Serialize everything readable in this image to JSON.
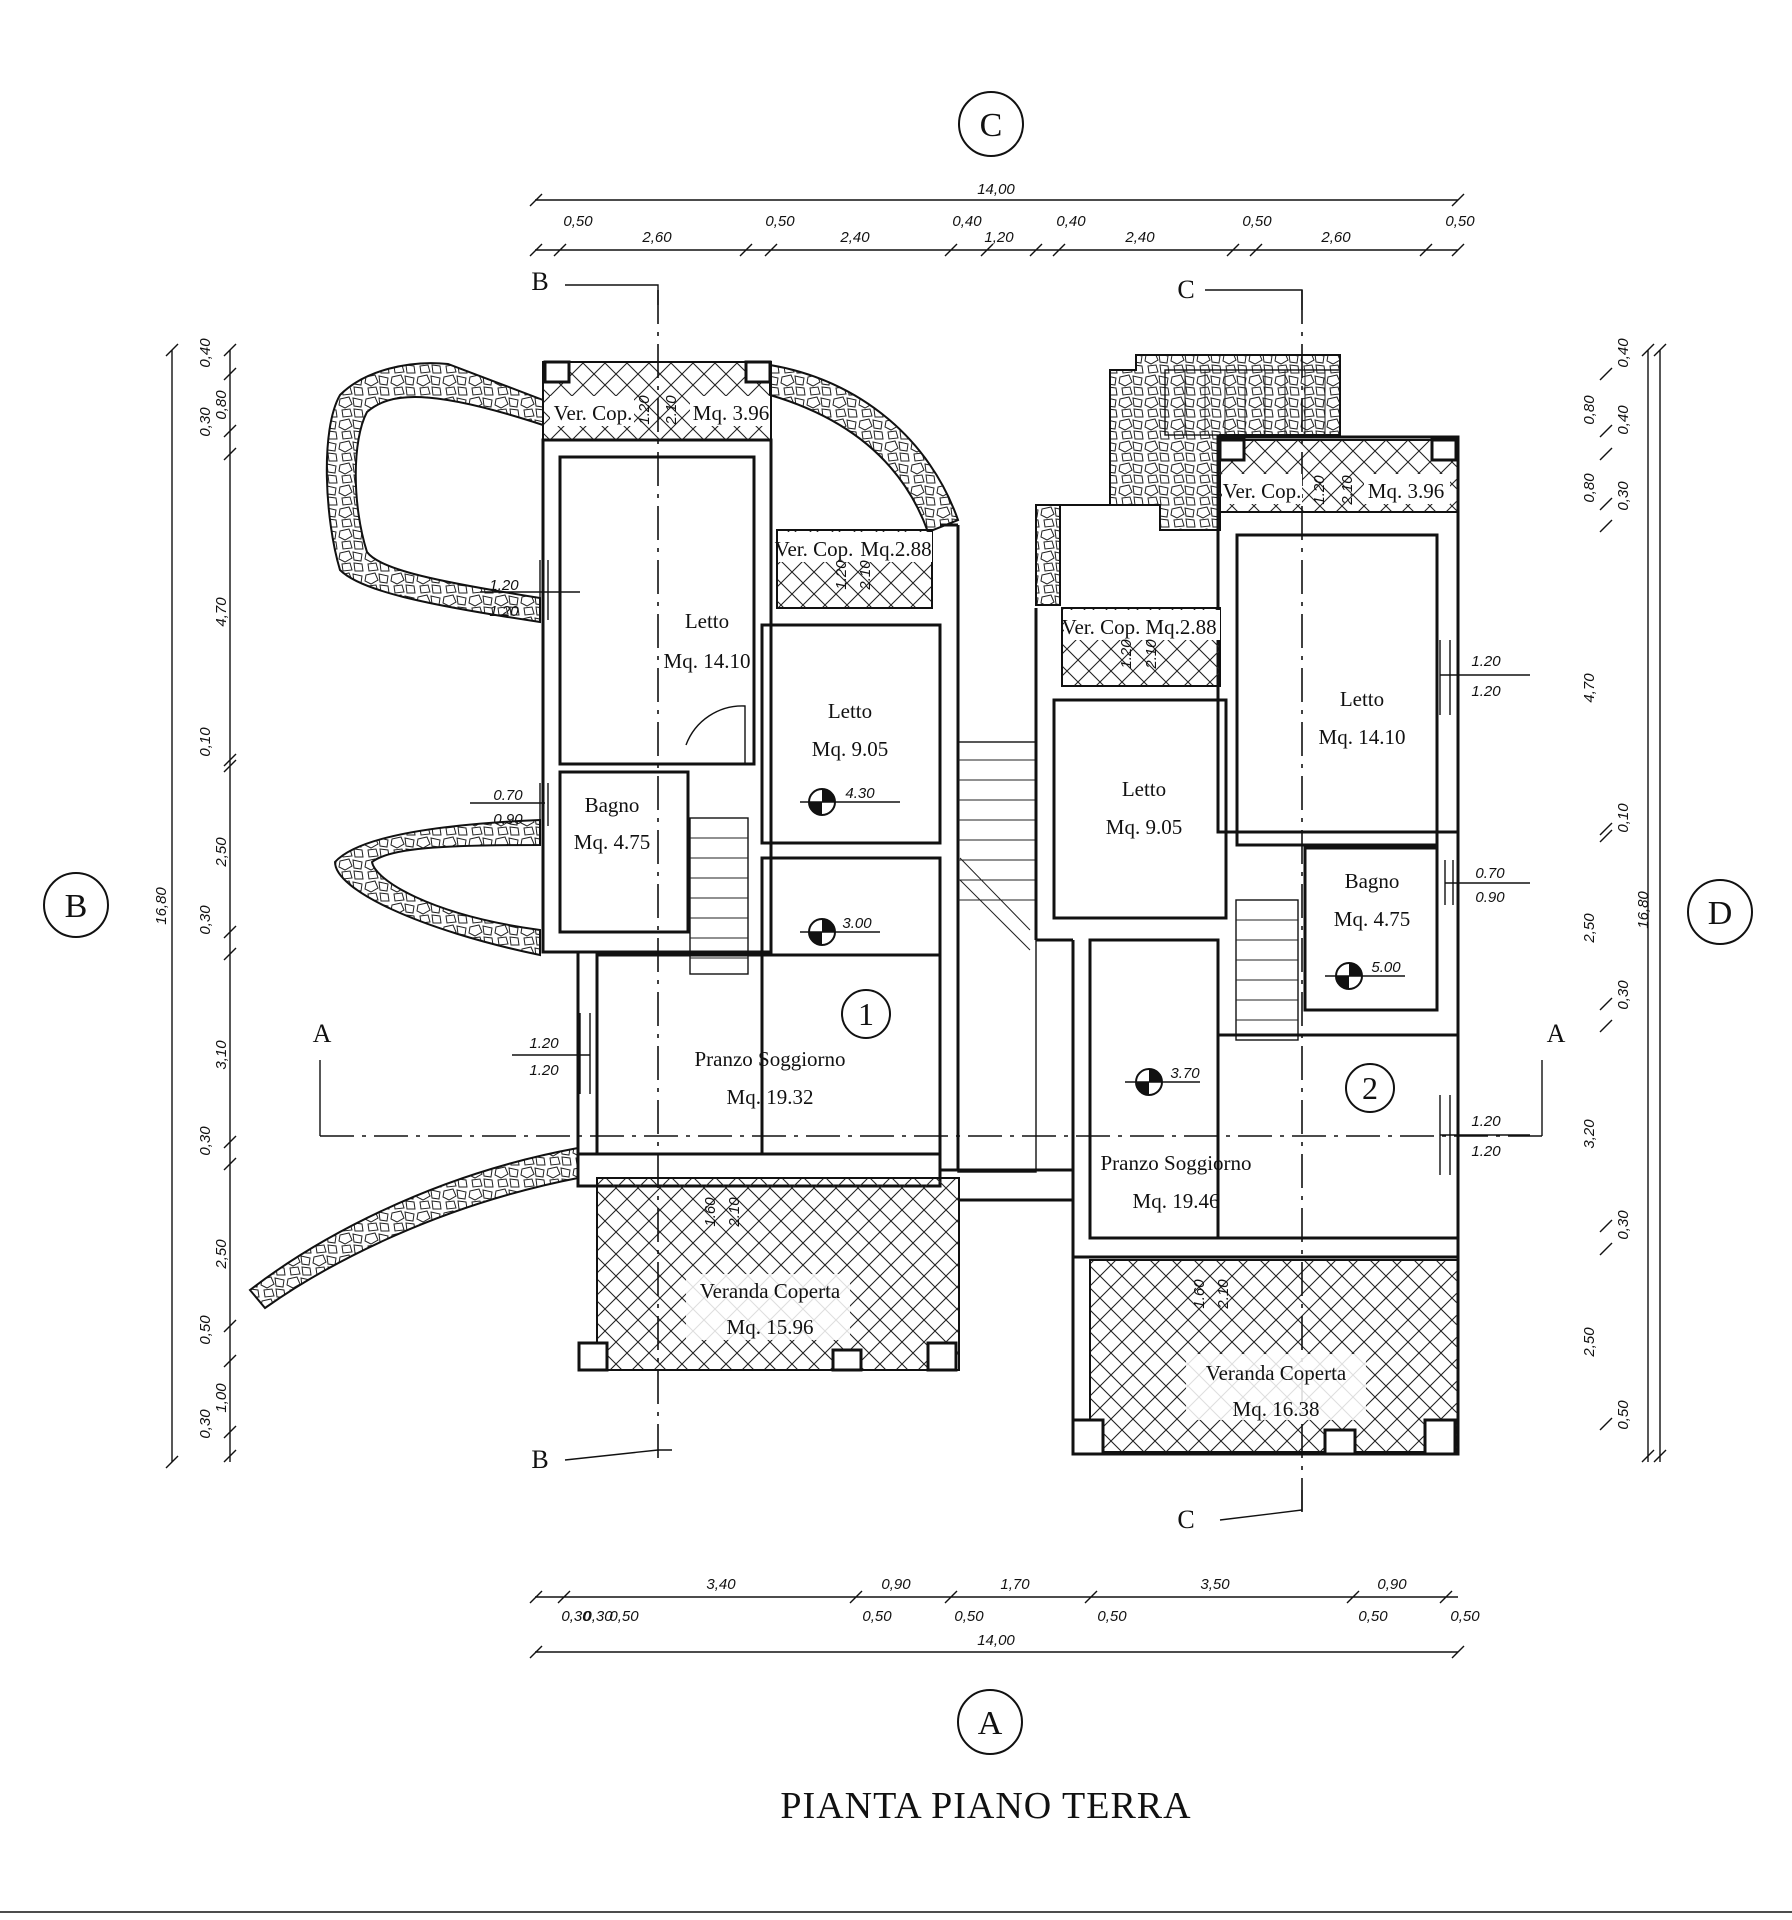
{
  "title": "PIANTA PIANO TERRA",
  "axes": {
    "top": "C",
    "bottom": "A",
    "left": "B",
    "right": "D"
  },
  "sections": {
    "a": "A",
    "b": "B",
    "c": "C"
  },
  "units": {
    "one": "1",
    "two": "2"
  },
  "rooms": {
    "u1_ver_top_name": "Ver. Cop.",
    "u1_ver_top_area": "Mq. 3.96",
    "u1_ver_mid_name": "Ver. Cop.",
    "u1_ver_mid_area": "Mq.2.88",
    "u1_letto_big_name": "Letto",
    "u1_letto_big_area": "Mq. 14.10",
    "u1_letto_small_name": "Letto",
    "u1_letto_small_area": "Mq. 9.05",
    "u1_bagno_name": "Bagno",
    "u1_bagno_area": "Mq. 4.75",
    "u1_pranzo_name": "Pranzo Soggiorno",
    "u1_pranzo_area": "Mq. 19.32",
    "u1_veranda_name": "Veranda Coperta",
    "u1_veranda_area": "Mq. 15.96",
    "u2_ver_top_name": "Ver. Cop.",
    "u2_ver_top_area": "Mq. 3.96",
    "u2_ver_mid_name": "Ver. Cop.",
    "u2_ver_mid_area": "Mq.2.88",
    "u2_letto_big_name": "Letto",
    "u2_letto_big_area": "Mq. 14.10",
    "u2_letto_small_name": "Letto",
    "u2_letto_small_area": "Mq. 9.05",
    "u2_bagno_name": "Bagno",
    "u2_bagno_area": "Mq. 4.75",
    "u2_pranzo_name": "Pranzo Soggiorno",
    "u2_pranzo_area": "Mq. 19.46",
    "u2_veranda_name": "Veranda Coperta",
    "u2_veranda_area": "Mq. 16.38"
  },
  "levels": {
    "l1": "4.30",
    "l2": "3.00",
    "l3": "3.70",
    "l4": "5.00"
  },
  "dims": {
    "top_total": "14,00",
    "top_segments": [
      "0,50",
      "2,60",
      "0,50",
      "2,40",
      "0,40",
      "1,20",
      "0,40",
      "2,40",
      "0,50",
      "2,60",
      "0,50"
    ],
    "bottom_total": "14,00",
    "bottom_upper": [
      "3,40",
      "0,90",
      "1,70",
      "3,50",
      "0,90"
    ],
    "bottom_lower": [
      "0,30",
      "0,30",
      "0,50",
      "0,50",
      "0,50",
      "0,50",
      "0,50",
      "0,50"
    ],
    "left_total": "16,80",
    "left_segments": [
      "0,40",
      "0,80",
      "0,30",
      "4,70",
      "0,10",
      "2,50",
      "0,30",
      "3,10",
      "0,30",
      "2,50",
      "0,50",
      "1,00",
      "0,30"
    ],
    "right_total": "16,80",
    "right_segments": [
      "0,40",
      "0,80",
      "0,40",
      "0,80",
      "0,30",
      "4,70",
      "0,10",
      "2,50",
      "0,30",
      "3,20",
      "0,30",
      "2,50",
      "0,50"
    ],
    "windows": {
      "w1a": "1.20",
      "w1b": "1.20",
      "w2a": "0.70",
      "w2b": "0.90",
      "w3a": "1.20",
      "w3b": "1.20",
      "w4a": "1.20",
      "w4b": "1.20",
      "w5a": "0.70",
      "w5b": "0.90",
      "w6a": "1.20",
      "w6b": "1.20"
    },
    "door_heights": {
      "d1a": "1.20",
      "d1b": "2.10",
      "d2a": "1.20",
      "d2b": "2.10",
      "d3a": "1.60",
      "d3b": "2.10",
      "d4a": "1.20",
      "d4b": "2.10",
      "d5a": "1.20",
      "d5b": "2.10",
      "d6a": "1.60",
      "d6b": "2.10"
    }
  }
}
